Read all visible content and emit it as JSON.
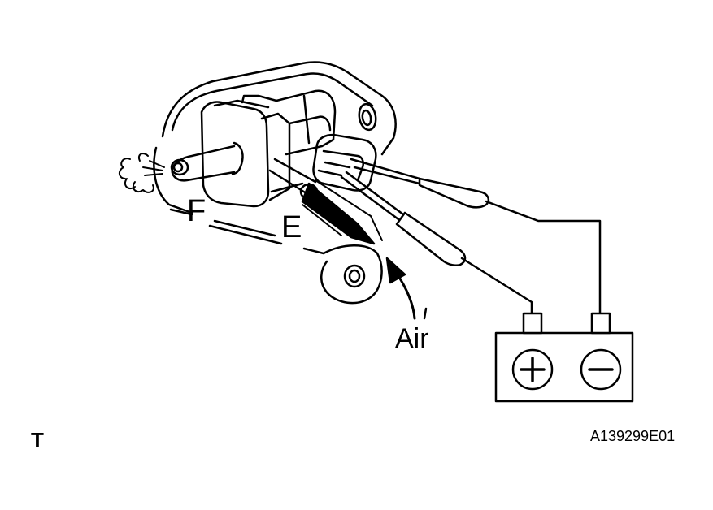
{
  "labels": {
    "port_f": "F",
    "port_e": "E",
    "air": "Air",
    "battery_positive": "+",
    "battery_negative": "−",
    "corner_mark": "T",
    "figure_code": "A139299E01"
  },
  "colors": {
    "line": "#000000",
    "background": "#ffffff"
  }
}
